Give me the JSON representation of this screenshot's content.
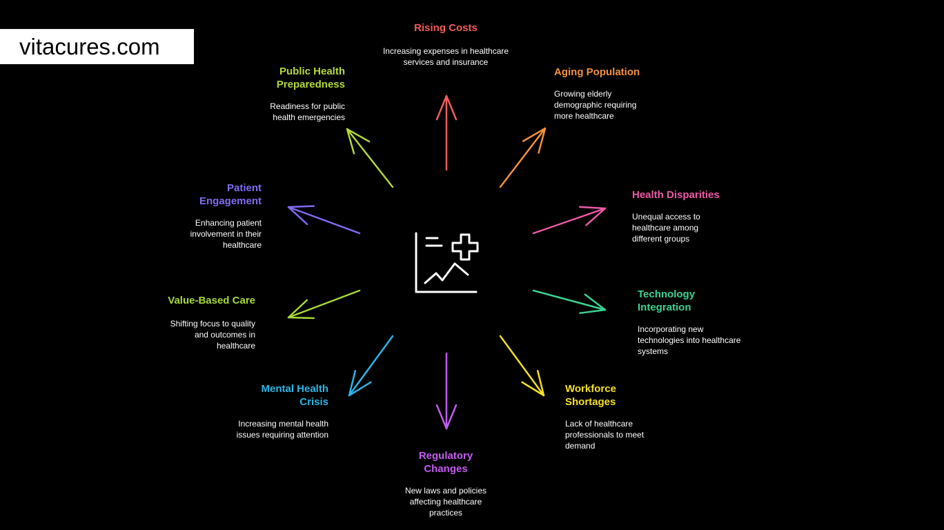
{
  "watermark": "vitacures.com",
  "nodes": [
    {
      "key": "rising",
      "title": "Rising Costs",
      "desc": "Increasing expenses in healthcare services and insurance",
      "color": "#f35c5c"
    },
    {
      "key": "aging",
      "title": "Aging Population",
      "desc": "Growing elderly demographic requiring more healthcare",
      "color": "#f4913c"
    },
    {
      "key": "disparities",
      "title": "Health Disparities",
      "desc": "Unequal access to healthcare among different groups",
      "color": "#ee5aa8"
    },
    {
      "key": "tech",
      "title": "Technology Integration",
      "desc": "Incorporating new technologies into healthcare systems",
      "color": "#3cd392"
    },
    {
      "key": "workforce",
      "title": "Workforce Shortages",
      "desc": "Lack of healthcare professionals to meet demand",
      "color": "#f5e026"
    },
    {
      "key": "regulatory",
      "title": "Regulatory Changes",
      "desc": "New laws and policies affecting healthcare practices",
      "color": "#c35cf0"
    },
    {
      "key": "mental",
      "title": "Mental Health Crisis",
      "desc": "Increasing mental health issues requiring attention",
      "color": "#2ab6e6"
    },
    {
      "key": "value",
      "title": "Value-Based Care",
      "desc": "Shifting focus to quality and outcomes in healthcare",
      "color": "#a6d83a"
    },
    {
      "key": "patient",
      "title": "Patient Engagement",
      "desc": "Enhancing patient involvement in their healthcare",
      "color": "#7f6cf2"
    },
    {
      "key": "preparedness",
      "title": "Public Health Preparedness",
      "desc": "Readiness for public health emergencies",
      "color": "#b4d93a"
    }
  ],
  "center_icon": "health-chart-icon",
  "center_color": "#ffffff"
}
